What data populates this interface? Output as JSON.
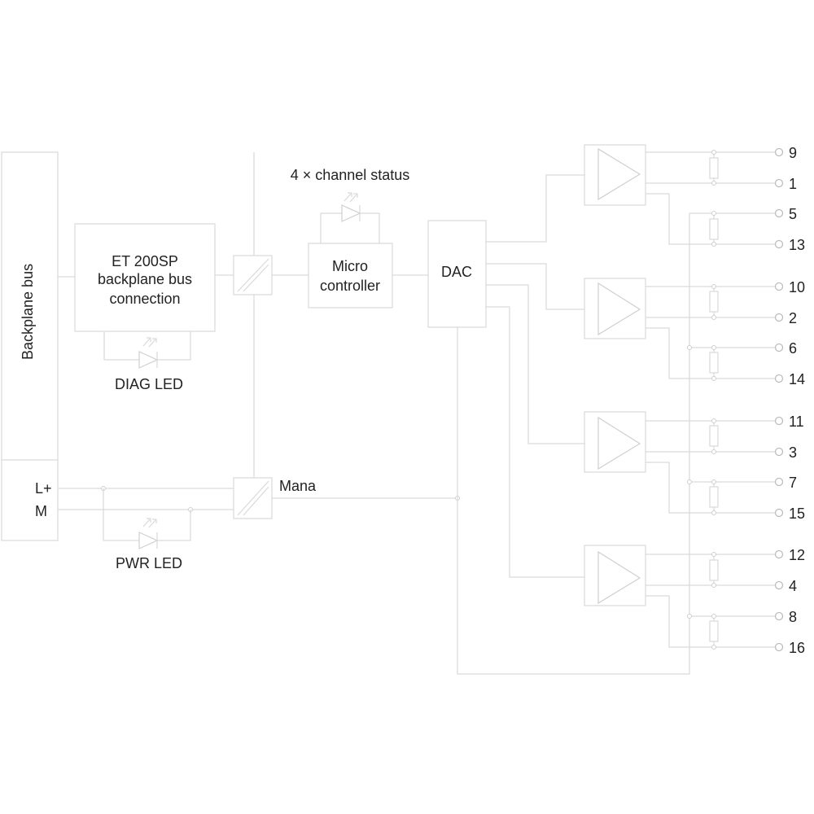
{
  "labels": {
    "backplane_bus": "Backplane bus",
    "et200sp": [
      "ET 200SP",
      "backplane bus",
      "connection"
    ],
    "diag_led": "DIAG LED",
    "pwr_led": "PWR LED",
    "channel_status": "4 × channel status",
    "micro": [
      "Micro",
      "controller"
    ],
    "dac": "DAC",
    "mana": "Mana",
    "lplus": "L+",
    "m": "M"
  },
  "terminals": [
    "9",
    "1",
    "5",
    "13",
    "10",
    "2",
    "6",
    "14",
    "11",
    "3",
    "7",
    "15",
    "12",
    "4",
    "8",
    "16"
  ]
}
